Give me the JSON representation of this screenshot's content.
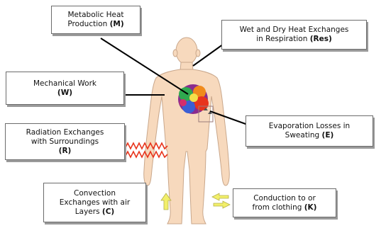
{
  "labels": {
    "metabolic": {
      "line1": "Metabolic Heat",
      "line2": "Production",
      "symbol": "(M)"
    },
    "respiration": {
      "line1": "Wet and Dry Heat Exchanges",
      "line2": "in Respiration",
      "symbol": "(Res)"
    },
    "mechanical": {
      "line1": "Mechanical Work",
      "symbol": "(W)"
    },
    "evaporation": {
      "line1": "Evaporation Losses in",
      "line2": "Sweating",
      "symbol": "(E)"
    },
    "radiation": {
      "line1": "Radiation Exchanges",
      "line2": "with Surroundings",
      "symbol": "(R)"
    },
    "convection": {
      "line1": "Convection",
      "line2": "Exchanges with air",
      "line3": "Layers",
      "symbol": "(C)"
    },
    "conduction": {
      "line1": "Conduction to or",
      "line2": "from clothing",
      "symbol": "(K)"
    }
  },
  "colors": {
    "skin": "#f7d9bd",
    "skin_outline": "#c9a78b",
    "radiation_wave": "#e8341c",
    "convection_arrow": "#f2ef6a",
    "conduction_arrow": "#f2ef6a",
    "leader_line": "#000000",
    "box_border": "#6c6c6c"
  }
}
